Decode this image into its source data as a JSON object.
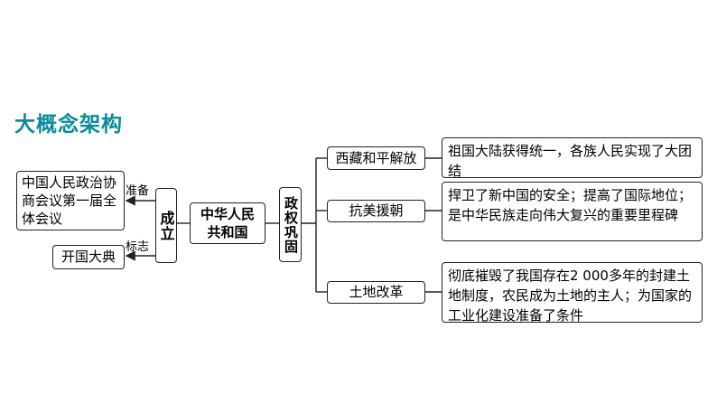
{
  "title": "大概念架构",
  "nodes": {
    "meeting": "中国人民政治协商会议第一届全体会议",
    "ceremony": "开国大典",
    "founding": "成立",
    "prc": "中华人民共和国",
    "consolidation": "政权巩固",
    "tibet": "西藏和平解放",
    "korea": "抗美援朝",
    "land": "土地改革"
  },
  "edge_labels": {
    "prepare": "准备",
    "symbol": "标志"
  },
  "outcomes": {
    "tibet": "祖国大陆获得统一，各族人民实现了大团结",
    "korea": "捍卫了新中国的安全；提高了国际地位；是中华民族走向伟大复兴的重要里程碑",
    "land": "彻底摧毁了我国存在2 000多年的封建土地制度，农民成为土地的主人；为国家的工业化建设准备了条件"
  },
  "colors": {
    "title": "#0b8a9c",
    "line": "#222222"
  }
}
